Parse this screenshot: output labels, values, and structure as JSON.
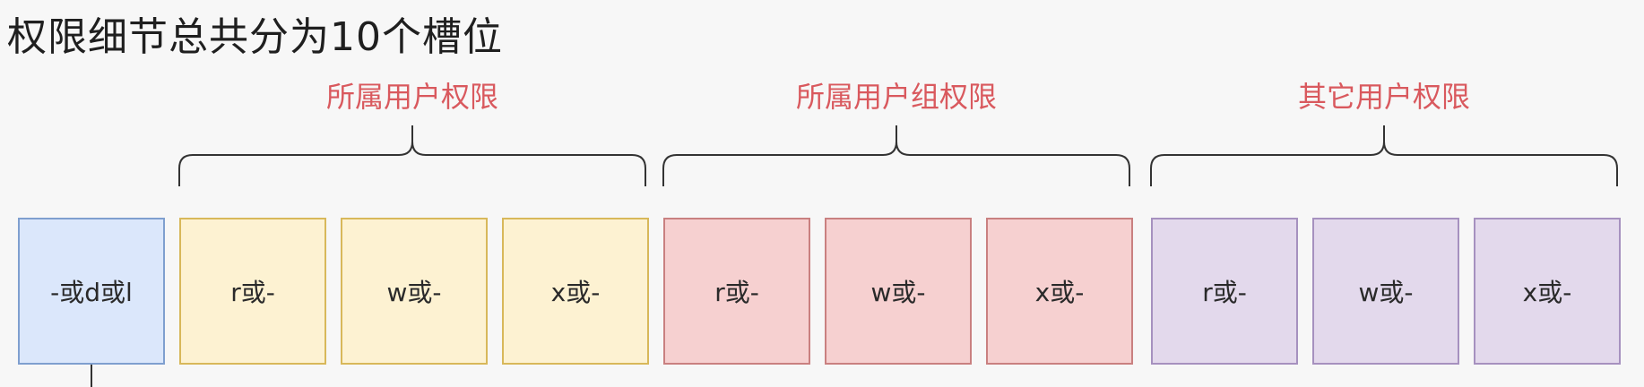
{
  "title": "权限细节总共分为10个槽位",
  "groups": [
    {
      "label": "所属用户权限"
    },
    {
      "label": "所属用户组权限"
    },
    {
      "label": "其它用户权限"
    }
  ],
  "type_slot": {
    "label": "-或d或l"
  },
  "slots": [
    {
      "label": "r或-"
    },
    {
      "label": "w或-"
    },
    {
      "label": "x或-"
    },
    {
      "label": "r或-"
    },
    {
      "label": "w或-"
    },
    {
      "label": "x或-"
    },
    {
      "label": "r或-"
    },
    {
      "label": "w或-"
    },
    {
      "label": "x或-"
    }
  ],
  "colors": {
    "group_label": "#d9595e",
    "type_fill": "#dbe7fb",
    "owner_fill": "#fdf2d2",
    "group_fill": "#f6d0d0",
    "other_fill": "#e3d9ec"
  }
}
